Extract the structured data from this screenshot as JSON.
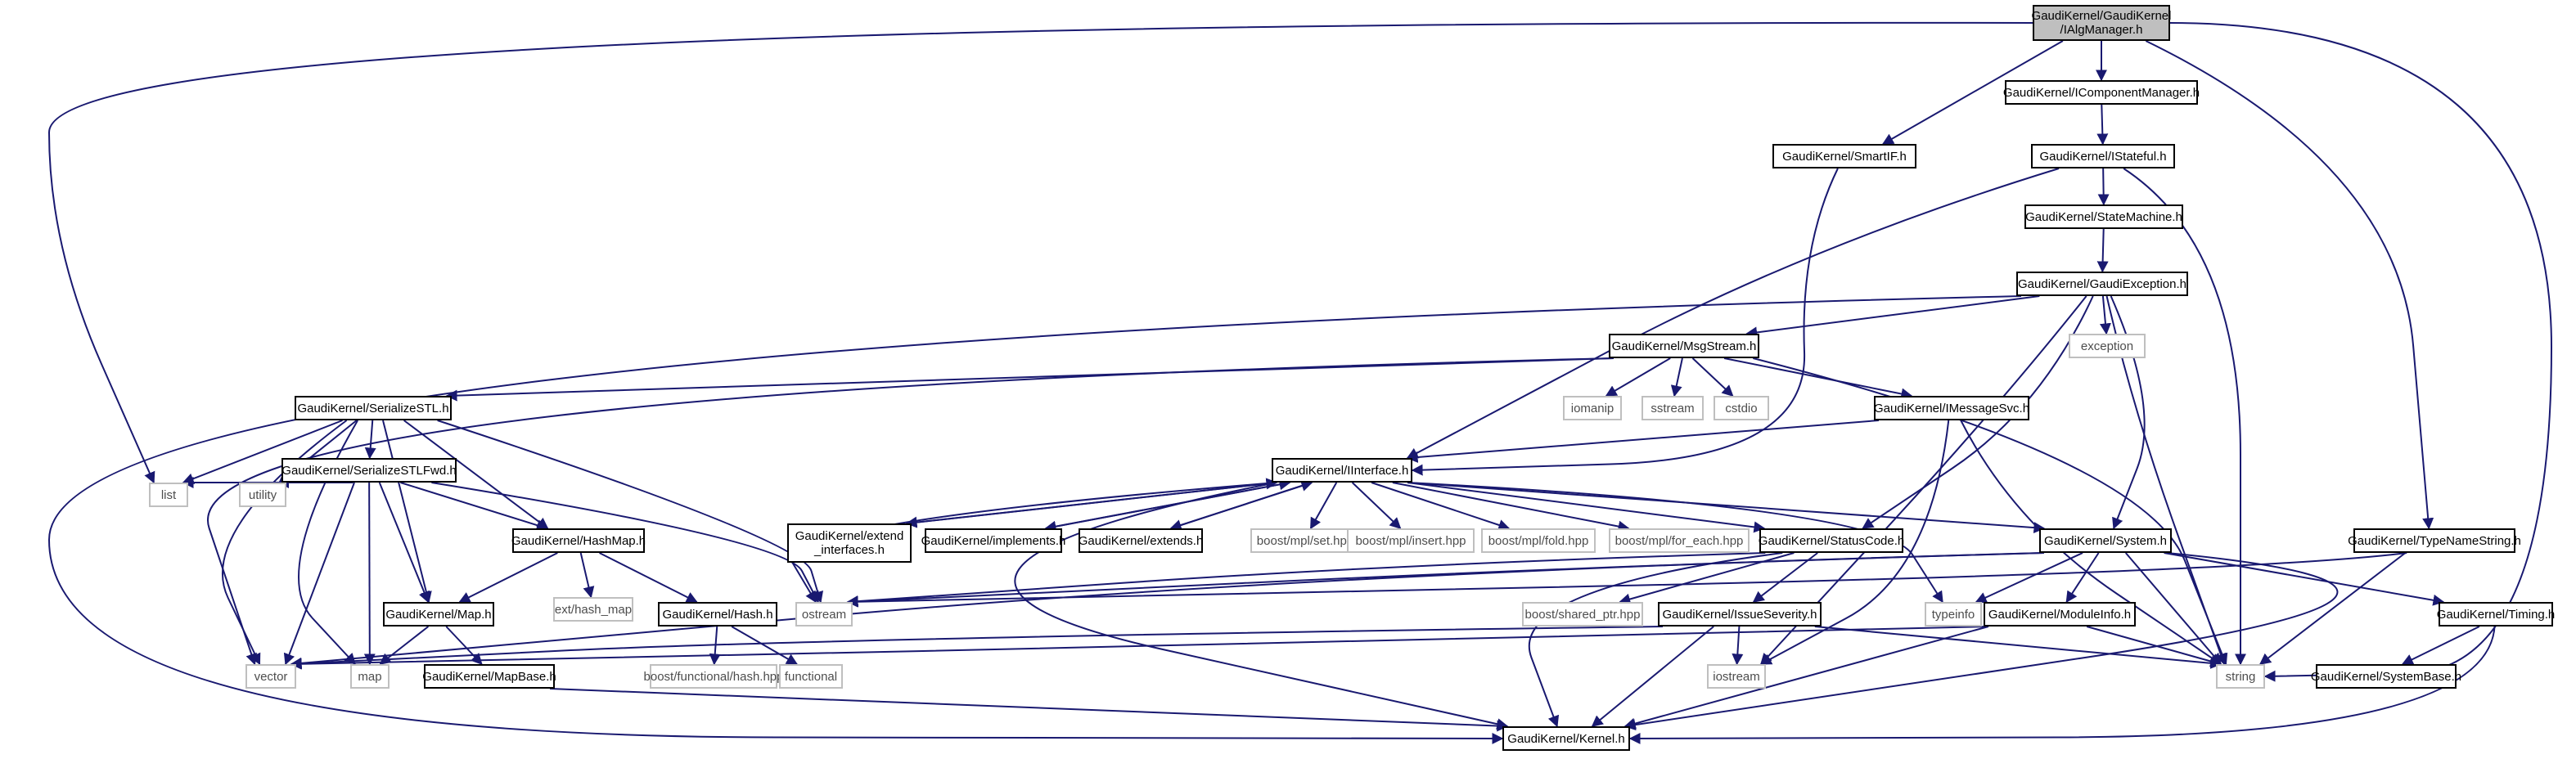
{
  "colors": {
    "edge": "#191970",
    "border": "#000000",
    "external_border": "#bfbfbf",
    "root_fill": "#bfbfbf",
    "background": "#ffffff"
  },
  "nodes": {
    "root": "GaudiKernel/GaudiKernel\n/IAlgManager.h",
    "icomponentmanager": "GaudiKernel/IComponentManager.h",
    "smartif": "GaudiKernel/SmartIF.h",
    "istateful": "GaudiKernel/IStateful.h",
    "statemachine": "GaudiKernel/StateMachine.h",
    "gaudiexception": "GaudiKernel/GaudiException.h",
    "exception": "exception",
    "msgstream": "GaudiKernel/MsgStream.h",
    "serializestl": "GaudiKernel/SerializeSTL.h",
    "iomanip": "iomanip",
    "sstream": "sstream",
    "cstdio": "cstdio",
    "imessagesvc": "GaudiKernel/IMessageSvc.h",
    "serializestlfwd": "GaudiKernel/SerializeSTLFwd.h",
    "iinterface": "GaudiKernel/IInterface.h",
    "list": "list",
    "utility": "utility",
    "extend_interfaces": "GaudiKernel/extend\n_interfaces.h",
    "implements": "GaudiKernel/implements.h",
    "extends": "GaudiKernel/extends.h",
    "mpl_set": "boost/mpl/set.hpp",
    "mpl_insert": "boost/mpl/insert.hpp",
    "mpl_fold": "boost/mpl/fold.hpp",
    "mpl_for_each": "boost/mpl/for_each.hpp",
    "statuscode": "GaudiKernel/StatusCode.h",
    "system": "GaudiKernel/System.h",
    "typenamestring": "GaudiKernel/TypeNameString.h",
    "hashmap": "GaudiKernel/HashMap.h",
    "ext_hash_map": "ext/hash_map",
    "ostream": "ostream",
    "shared_ptr": "boost/shared_ptr.hpp",
    "typeinfo": "typeinfo",
    "map_h": "GaudiKernel/Map.h",
    "hash_h": "GaudiKernel/Hash.h",
    "issueseverity": "GaudiKernel/IssueSeverity.h",
    "moduleinfo": "GaudiKernel/ModuleInfo.h",
    "timing": "GaudiKernel/Timing.h",
    "vector": "vector",
    "map": "map",
    "functional_hash": "boost/functional/hash.hpp",
    "functional": "functional",
    "iostream": "iostream",
    "string": "string",
    "mapbase": "GaudiKernel/MapBase.h",
    "systembase": "GaudiKernel/SystemBase.h",
    "kernel": "GaudiKernel/Kernel.h"
  }
}
